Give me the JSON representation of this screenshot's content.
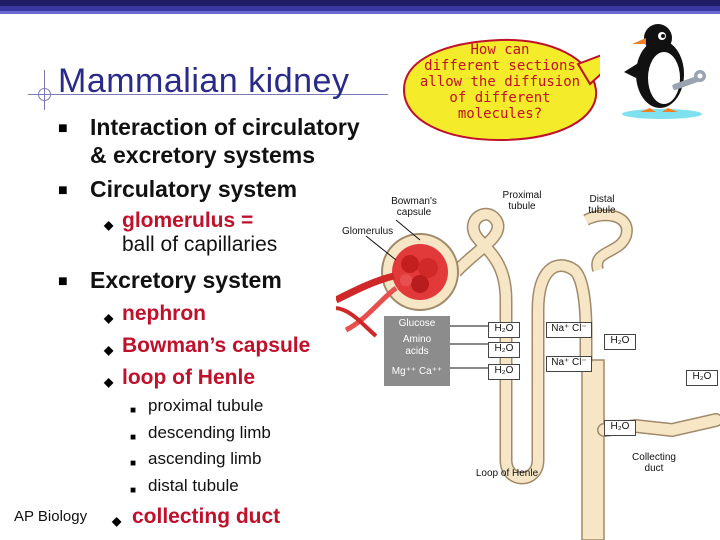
{
  "slide": {
    "title": "Mammalian kidney",
    "footer": "AP Biology",
    "bullets": {
      "b1": "Interaction of circulatory & excretory systems",
      "b1_line1": "Interaction of circulatory",
      "b1_line2": "& excretory systems",
      "b2": "Circulatory system",
      "b2_sub1_a": "glomerulus =",
      "b2_sub1_b": "ball of capillaries",
      "b3": "Excretory system",
      "b3_sub": [
        "nephron",
        "Bowman’s capsule",
        "loop of Henle"
      ],
      "b3_subsub": [
        "proximal tubule",
        "descending limb",
        "ascending limb",
        "distal tubule"
      ],
      "b3_last": "collecting duct"
    },
    "speech_bubble": {
      "line1": "How can",
      "line2": "different sections",
      "line3": "allow the diffusion",
      "line4": "of different",
      "line5": "molecules?"
    },
    "diagram": {
      "labels": {
        "bowmans_capsule_1": "Bowman's",
        "bowmans_capsule_2": "capsule",
        "proximal_1": "Proximal",
        "proximal_2": "tubule",
        "distal_1": "Distal",
        "distal_2": "tubule",
        "glomerulus": "Glomerulus",
        "loop_of_henle": "Loop of Henle",
        "collecting_1": "Collecting",
        "collecting_2": "duct"
      },
      "gray_box": {
        "glucose": "Glucose",
        "amino_1": "Amino",
        "amino_2": "acids",
        "ions": "Mg⁺⁺ Ca⁺⁺"
      },
      "h2o": "H₂O",
      "nacl": "Na⁺ Cl⁻"
    },
    "colors": {
      "title": "#2a2a8a",
      "accent_red": "#c0102a",
      "bar_dark": "#1f1c66",
      "bubble_fill": "#f4ec2a"
    }
  }
}
